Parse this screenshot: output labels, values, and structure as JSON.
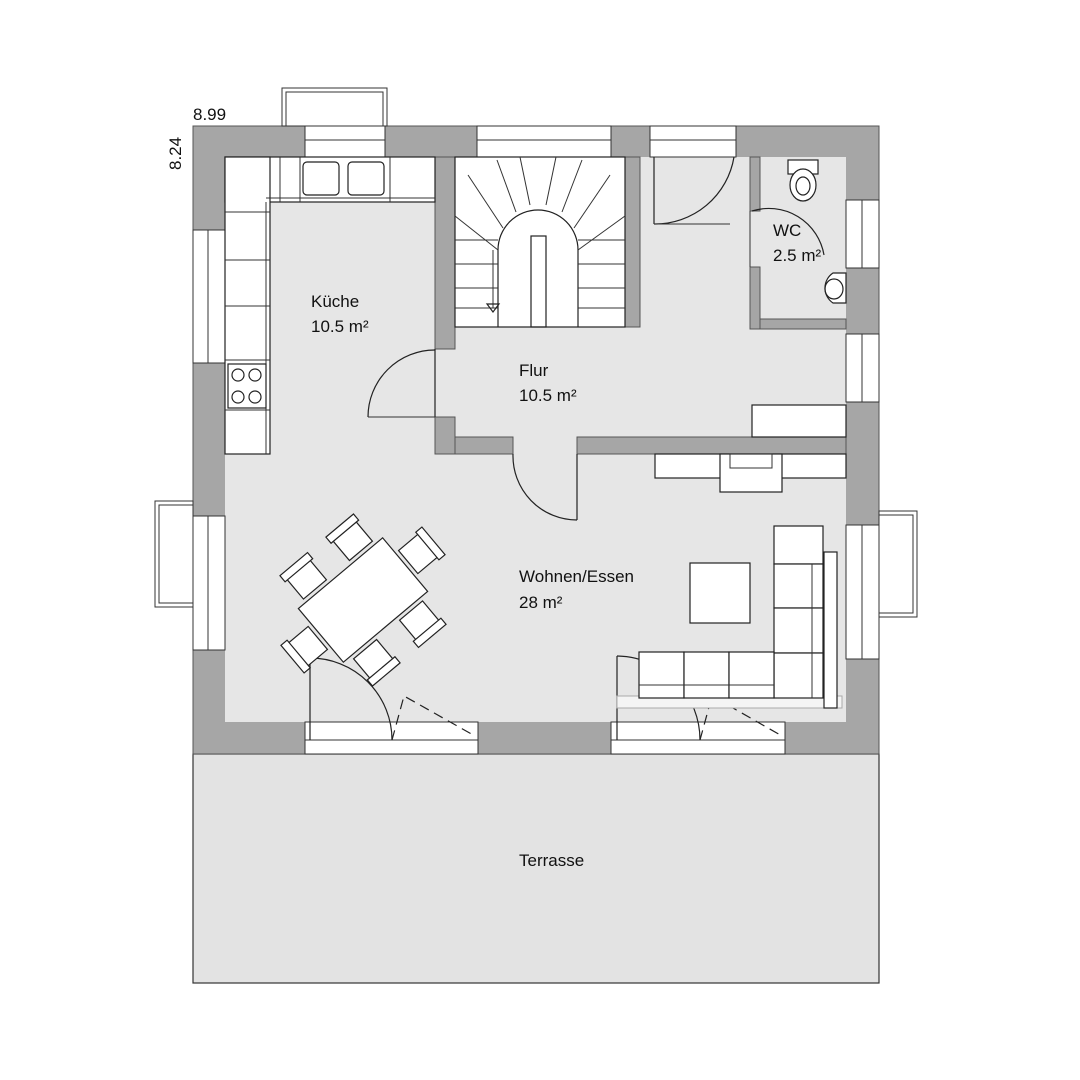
{
  "dimensions": {
    "width": "8.99",
    "depth": "8.24"
  },
  "rooms": {
    "kueche": {
      "name": "Küche",
      "area": "10.5 m²"
    },
    "flur": {
      "name": "Flur",
      "area": "10.5 m²"
    },
    "wc": {
      "name": "WC",
      "area": "2.5 m²"
    },
    "wohnen": {
      "name": "Wohnen/Essen",
      "area": "28 m²"
    },
    "terrasse": {
      "name": "Terrasse"
    }
  },
  "colors": {
    "wall": "#a6a6a6",
    "floor": "#e6e6e6",
    "terrace": "#e3e3e3",
    "line": "#222222"
  }
}
